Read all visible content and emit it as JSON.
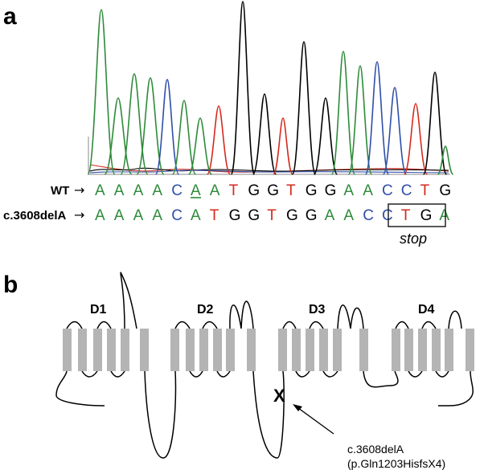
{
  "panel_a": {
    "label": "a",
    "colors": {
      "A": "#2e8b3a",
      "C": "#2f4fa8",
      "G": "#000000",
      "T": "#d42a1e"
    },
    "wt": {
      "label": "WT",
      "arrow": "→",
      "sequence": [
        "A",
        "A",
        "A",
        "A",
        "C",
        "A",
        "A",
        "T",
        "G",
        "G",
        "T",
        "G",
        "G",
        "A",
        "A",
        "C",
        "C",
        "T",
        "G"
      ],
      "underlined_index": 5
    },
    "mut": {
      "label": "c.3608delA",
      "arrow": "→",
      "sequence": [
        "A",
        "A",
        "A",
        "A",
        "C",
        "A",
        "T",
        "G",
        "G",
        "T",
        "G",
        "G",
        "A",
        "A",
        "C",
        "C",
        "T",
        "G",
        "A"
      ],
      "boxed_from": 16,
      "boxed_to": 18,
      "stop_label": "stop"
    }
  },
  "panel_b": {
    "label": "b",
    "domains": [
      "D1",
      "D2",
      "D3",
      "D4"
    ],
    "mutation_marker": "X",
    "mutation_label_line1": "c.3608delA",
    "mutation_label_line2": "(p.Gln1203HisfsX4)"
  }
}
